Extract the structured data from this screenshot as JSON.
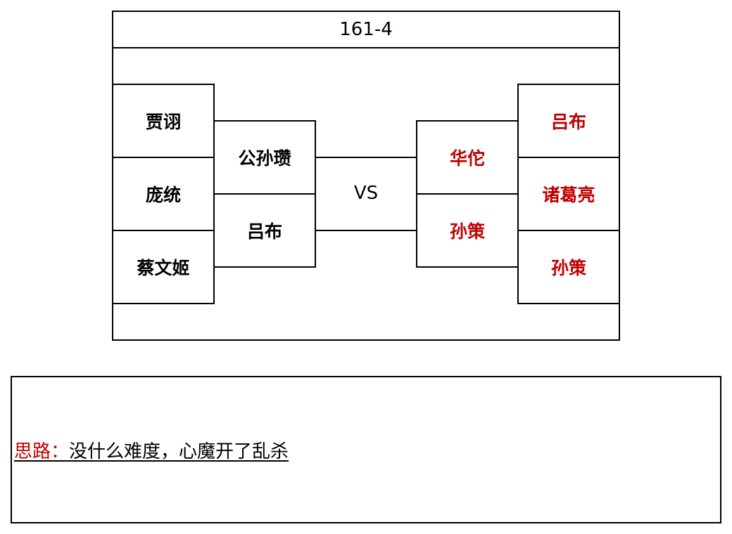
{
  "title": "161-4",
  "left_team": {
    "outer": [
      "贾诩",
      "庞统",
      "蔡文姬"
    ],
    "inner": [
      "公孙瓒",
      "吕布"
    ]
  },
  "right_team": {
    "inner": [
      "华佗",
      "孙策"
    ],
    "outer": [
      "吕布",
      "诸葛亮",
      "孙策"
    ]
  },
  "vs": "VS",
  "notes": {
    "label": "思路：",
    "text": "没什么难度，心魔开了乱杀"
  },
  "colors": {
    "left_text": "#000000",
    "right_text": "#c00000",
    "notes_label": "#c00000",
    "border": "#000000"
  }
}
